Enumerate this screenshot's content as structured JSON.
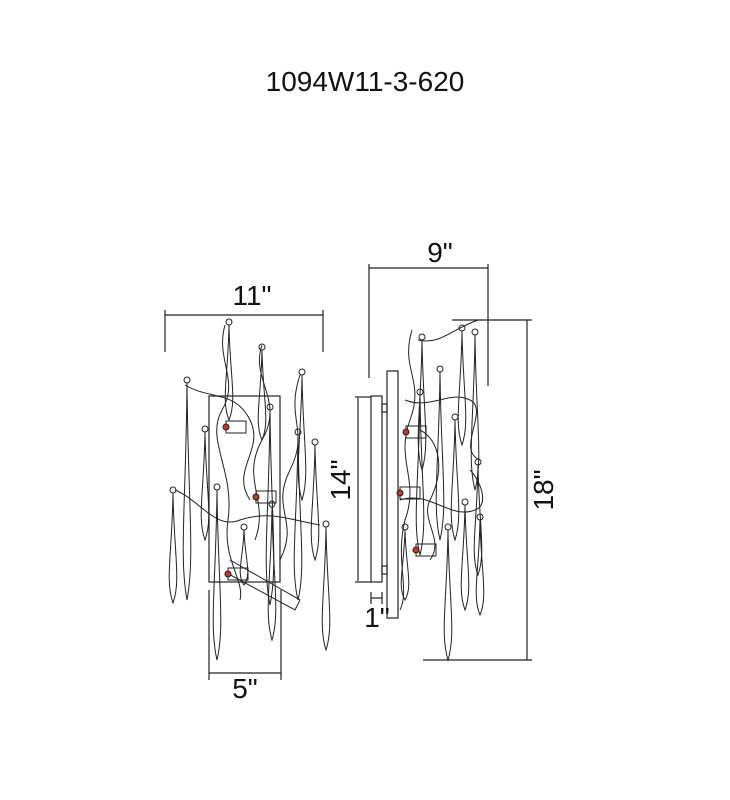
{
  "title": "1094W11-3-620",
  "dimensions": {
    "width": "11\"",
    "depth": "9\"",
    "height": "18\"",
    "backplate_height": "14\"",
    "backplate_depth": "1\"",
    "backplate_width": "5\""
  },
  "colors": {
    "line": "#222222",
    "socket": "#c0392b"
  }
}
